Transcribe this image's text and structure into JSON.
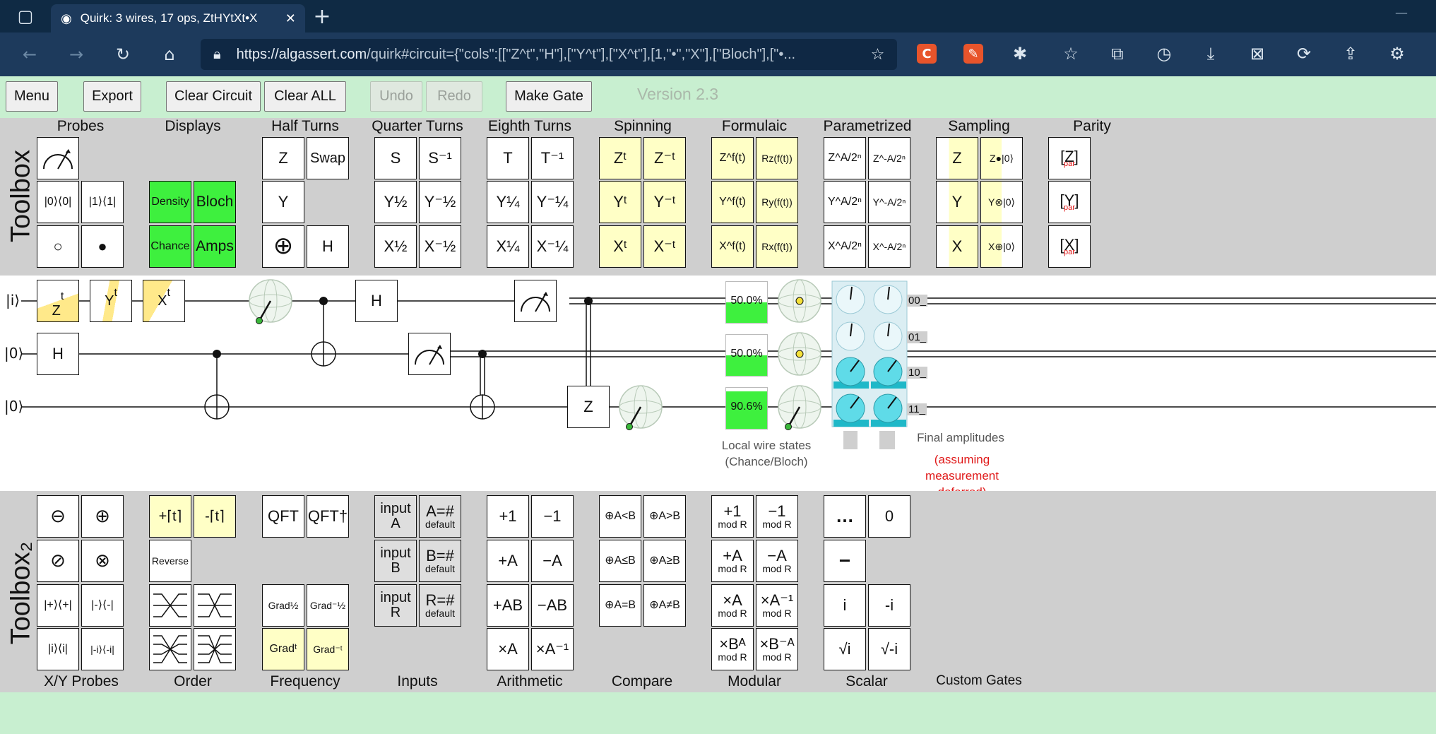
{
  "browser": {
    "tab_title": "Quirk: 3 wires, 17 ops, ZtHYtXt•X",
    "url_host": "https://algassert.com",
    "url_rest": "/quirk#circuit={\"cols\":[[\"Z^t\",\"H\"],[\"Y^t\"],[\"X^t\"],[1,\"•\",\"X\"],[\"Bloch\"],[\"•...",
    "new_tab_symbol": "+",
    "minimize_symbol": "—"
  },
  "top_buttons": {
    "menu": "Menu",
    "export": "Export",
    "clear_circuit": "Clear Circuit",
    "clear_all": "Clear ALL",
    "undo": "Undo",
    "redo": "Redo",
    "make_gate": "Make Gate",
    "version": "Version 2.3"
  },
  "toolbox": {
    "title": "Toolbox",
    "groups": {
      "probes": "Probes",
      "displays": "Displays",
      "half_turns": "Half Turns",
      "quarter_turns": "Quarter Turns",
      "eighth_turns": "Eighth Turns",
      "spinning": "Spinning",
      "formulaic": "Formulaic",
      "parametrized": "Parametrized",
      "sampling": "Sampling",
      "parity": "Parity"
    },
    "gates": {
      "p0": "|0⟩⟨0|",
      "p1": "|1⟩⟨1|",
      "density": "Density",
      "bloch": "Bloch",
      "chance": "Chance",
      "amps": "Amps",
      "z": "Z",
      "swap": "Swap",
      "y": "Y",
      "h": "H",
      "s": "S",
      "s_inv": "S⁻¹",
      "y_half": "Y½",
      "y_mhalf": "Y⁻½",
      "x_half": "X½",
      "x_mhalf": "X⁻½",
      "t": "T",
      "t_inv": "T⁻¹",
      "y_q": "Y¼",
      "y_mq": "Y⁻¼",
      "x_q": "X¼",
      "x_mq": "X⁻¼",
      "zt": "Zᵗ",
      "zmt": "Z⁻ᵗ",
      "yt": "Yᵗ",
      "ymt": "Y⁻ᵗ",
      "xt": "Xᵗ",
      "xmt": "X⁻ᵗ",
      "zft": "Z^f(t)",
      "rz": "Rz(f(t))",
      "yft": "Y^f(t)",
      "ry": "Ry(f(t))",
      "xft": "X^f(t)",
      "rx": "Rx(f(t))",
      "za": "Z^A/2ⁿ",
      "zma": "Z^-A/2ⁿ",
      "ya": "Y^A/2ⁿ",
      "yma": "Y^-A/2ⁿ",
      "xa": "X^A/2ⁿ",
      "xma": "X^-A/2ⁿ",
      "sz": "Z",
      "sz0": "Z●|0⟩",
      "sy": "Y",
      "sy0": "Y⊗|0⟩",
      "sx": "X",
      "sx0": "X⊕|0⟩",
      "parz": "[Z]",
      "pary": "[Y]",
      "parx": "[X]",
      "par_sub": "par"
    }
  },
  "circuit": {
    "wires": [
      "|i⟩",
      "|0⟩",
      "|0⟩"
    ],
    "gates": {
      "h": "H",
      "z": "Z",
      "zt": "Z",
      "yt": "Y",
      "xt": "X",
      "t_sup": "t"
    },
    "chance": [
      "50.0%",
      "50.0%",
      "90.6%"
    ],
    "chance_levels": [
      0.5,
      0.5,
      0.906
    ],
    "amp_labels": [
      "00_",
      "01_",
      "10_",
      "11_"
    ],
    "annotations": {
      "local_states_1": "Local wire states",
      "local_states_2": "(Chance/Bloch)",
      "final_amps": "Final amplitudes",
      "assume_1": "(assuming",
      "assume_2": "measurement",
      "assume_3": "deferred)"
    }
  },
  "toolbox2": {
    "title": "Toolbox₂",
    "groups": {
      "xy_probes": "X/Y Probes",
      "order": "Order",
      "frequency": "Frequency",
      "inputs": "Inputs",
      "arithmetic": "Arithmetic",
      "compare": "Compare",
      "modular": "Modular",
      "scalar": "Scalar",
      "custom": "Custom Gates"
    },
    "gates": {
      "ominus": "⊖",
      "oplus": "⊕",
      "oslash": "⊘",
      "otimes": "⊗",
      "plus_probe": "|+⟩⟨+|",
      "minus_probe": "|-⟩⟨-|",
      "i_probe": "|i⟩⟨i|",
      "mi_probe": "|-i⟩⟨-i|",
      "plus_t": "+⌈t⌉",
      "minus_t": "-⌈t⌉",
      "reverse": "Reverse",
      "qft": "QFT",
      "qft_dag": "QFT†",
      "grad_half": "Grad½",
      "grad_mhalf": "Grad⁻½",
      "grad_t": "Gradᵗ",
      "grad_mt": "Grad⁻ᵗ",
      "input_a": "input A",
      "input_b": "input B",
      "input_r": "input R",
      "a_def": "A=#",
      "b_def": "B=#",
      "r_def": "R=#",
      "default": "default",
      "inc": "+1",
      "dec": "−1",
      "add_a": "+A",
      "sub_a": "−A",
      "add_ab": "+AB",
      "sub_ab": "−AB",
      "mul_a": "×A",
      "mul_ainv": "×A⁻¹",
      "lt": "⊕A<B",
      "gt": "⊕A>B",
      "le": "⊕A≤B",
      "ge": "⊕A≥B",
      "eq": "⊕A=B",
      "ne": "⊕A≠B",
      "m_inc": "+1",
      "m_dec": "−1",
      "m_add": "+A",
      "m_sub": "−A",
      "m_mul": "×A",
      "m_mulinv": "×A⁻¹",
      "m_pow": "×Bᴬ",
      "m_powinv": "×B⁻ᴬ",
      "mod_r": "mod R",
      "dots": "…",
      "zero": "0",
      "neg": "−",
      "i": "i",
      "mi": "-i",
      "sqrt_i": "√i",
      "sqrt_mi": "√-i"
    }
  },
  "colors": {
    "quirk_bg": "#c8efd0",
    "toolbox_bg": "#cfcfcf",
    "display_green": "#3ef03e",
    "spinning_yellow": "#ffffc6",
    "amp_cyan": "#5fdbe8",
    "warning_red": "#e01a1a"
  }
}
